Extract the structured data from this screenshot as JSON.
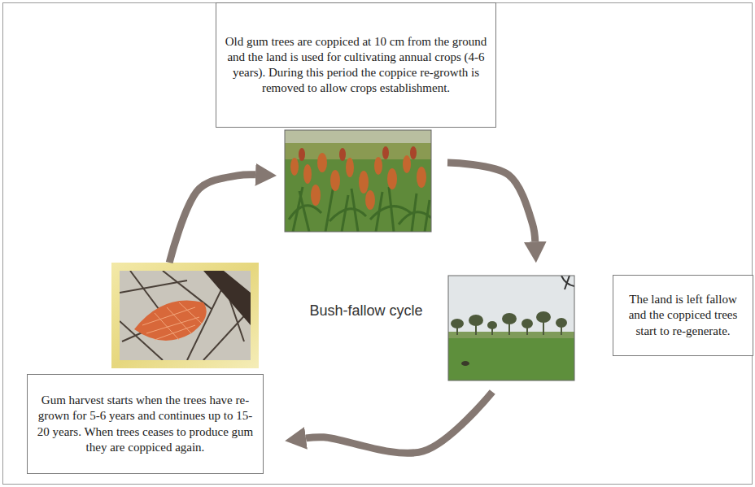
{
  "diagram": {
    "nodes": [
      {
        "text": [
          "Old gum trees are coppiced at 10 cm from the ground and the land is used for cultivating annual crops (4-6 years). During this period the coppice re-growth is removed to allow crops establishment."
        ]
      },
      {
        "text": [
          "The land is left fallow and the coppiced trees start to re-generate."
        ]
      },
      {
        "text": [
          "Gum harvest starts when the trees have re-grown for 5-6 years and continues up to 15-20 years. When trees ceases to produce gum they are coppiced again."
        ]
      }
    ],
    "edges": [
      {
        "from": 0,
        "to": 1,
        "arrow": "to"
      },
      {
        "from": 1,
        "to": 2,
        "arrow": "to"
      },
      {
        "from": 2,
        "to": 0,
        "arrow": "to"
      }
    ],
    "labels": [
      "Bush-fallow cycle"
    ]
  }
}
